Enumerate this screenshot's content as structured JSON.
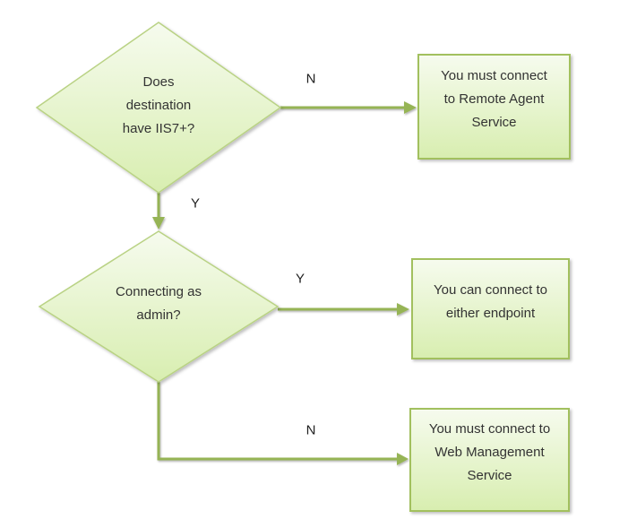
{
  "colors": {
    "diamond_border": "#b9d284",
    "box_border": "#a2c05e",
    "fill_top": "#f6fbee",
    "fill_bottom": "#d8eeb0",
    "arrow": "#96b455",
    "text": "#333333",
    "label_text": "#1f1f1f"
  },
  "diamonds": [
    {
      "id": "destination-iis7",
      "lines": [
        "Does",
        "destination",
        "have IIS7+?"
      ]
    },
    {
      "id": "connecting-admin",
      "lines": [
        "Connecting as",
        "admin?"
      ]
    }
  ],
  "boxes": [
    {
      "id": "remote-agent",
      "lines": [
        "You must connect",
        "to Remote Agent",
        "Service"
      ]
    },
    {
      "id": "either-endpoint",
      "lines": [
        "You can connect to",
        "either endpoint"
      ]
    },
    {
      "id": "web-management",
      "lines": [
        "You must connect to",
        "Web Management",
        "Service"
      ]
    }
  ],
  "edge_labels": {
    "n_top": "N",
    "y_mid": "Y",
    "y_right": "Y",
    "n_bottom": "N"
  }
}
